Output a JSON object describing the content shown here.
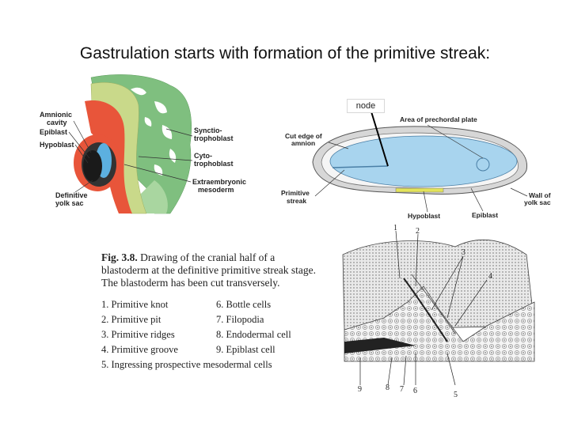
{
  "title": "Gastrulation starts with formation of the primitive streak:",
  "node_label": "node",
  "diagram_left": {
    "labels": {
      "amnionic": "Amnionic",
      "cavity": "cavity",
      "epiblast": "Epiblast",
      "hypoblast": "Hypoblast",
      "syncytio1": "Synctio-",
      "syncytio2": "trophoblast",
      "cyto1": "Cyto-",
      "cyto2": "trophoblast",
      "extra1": "Extraembryonic",
      "extra2": "mesoderm",
      "definitive1": "Definitive",
      "definitive2": "yolk sac"
    }
  },
  "diagram_right": {
    "labels": {
      "prechordal": "Area of prechordal plate",
      "cut1": "Cut edge of",
      "cut2": "amnion",
      "primitive1": "Primitive",
      "primitive2": "streak",
      "hypoblast": "Hypoblast",
      "epiblast": "Epiblast",
      "wall1": "Wall of",
      "wall2": "yolk sac"
    }
  },
  "caption": {
    "fig": "Fig. 3.8.",
    "text": " Drawing of the cranial half of a blastoderm at the definitive primitive streak stage. The blastoderm has been cut transversely.",
    "legend": [
      "1. Primitive knot",
      "6. Bottle cells",
      "2. Primitive pit",
      "7. Filopodia",
      "3. Primitive ridges",
      "8. Endodermal cell",
      "4. Primitive groove",
      "9. Epiblast cell",
      "5. Ingressing prospective mesodermal cells"
    ]
  },
  "micro_numbers": {
    "n1": "1",
    "n2": "2",
    "n3": "3",
    "n4": "4",
    "n5": "5",
    "n6": "6",
    "n7": "7",
    "n8": "8",
    "n9": "9"
  }
}
